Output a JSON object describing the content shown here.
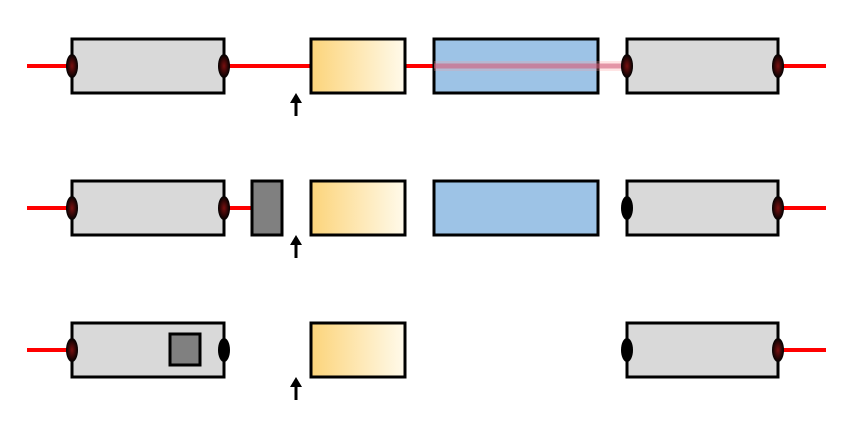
{
  "diagram": {
    "colors": {
      "beam": "#ff0000",
      "beam_glow": "#ff9a9a",
      "housing_fill": "#d9d9d9",
      "outline": "#000000",
      "blocker_fill": "#808080",
      "gradient_start": "#fcd47a",
      "gradient_end": "#fffaeb",
      "blue_fill": "#9dc3e6",
      "background": "#ffffff"
    },
    "rows": [
      {
        "id": "row-1",
        "beam_through": true,
        "blocker": "none",
        "blue_block": true,
        "right_beam_entry": true
      },
      {
        "id": "row-2",
        "beam_through": false,
        "blocker": "outside",
        "blue_block": true,
        "right_beam_entry": false
      },
      {
        "id": "row-3",
        "beam_through": false,
        "blocker": "inside",
        "blue_block": false,
        "right_beam_entry": false
      }
    ],
    "icons": {
      "up_arrow": "arrow-up-icon",
      "lens": "lens-icon"
    }
  }
}
